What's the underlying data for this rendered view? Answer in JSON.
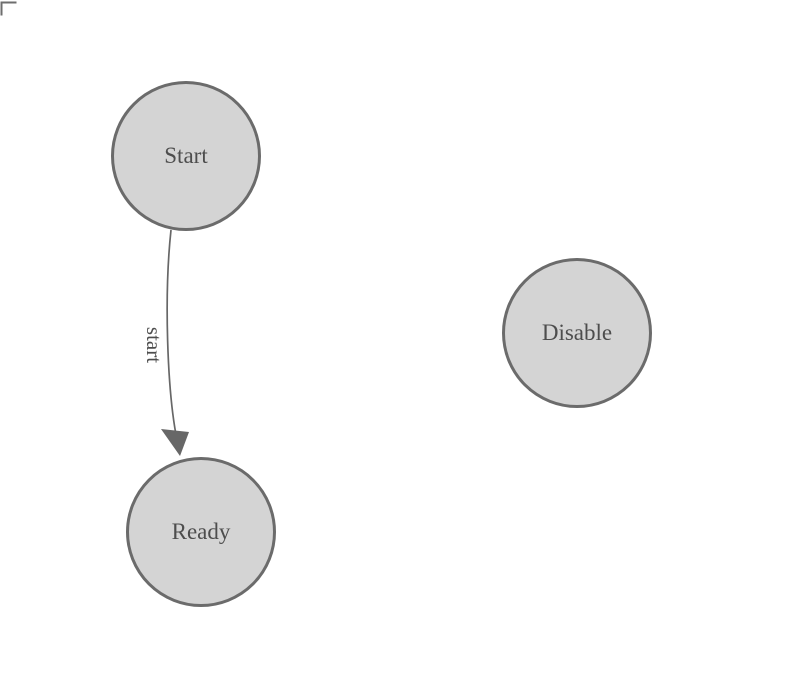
{
  "diagram": {
    "nodes": [
      {
        "id": "start",
        "label": "Start"
      },
      {
        "id": "ready",
        "label": "Ready"
      },
      {
        "id": "disable",
        "label": "Disable"
      }
    ],
    "edges": [
      {
        "from": "start",
        "to": "ready",
        "label": "start"
      }
    ],
    "colors": {
      "canvas_background": "#ffffff",
      "node_fill": "#d4d4d4",
      "node_stroke": "#6b6b6b",
      "edge_color": "#676767",
      "label_text": "#4d4d4d"
    }
  }
}
